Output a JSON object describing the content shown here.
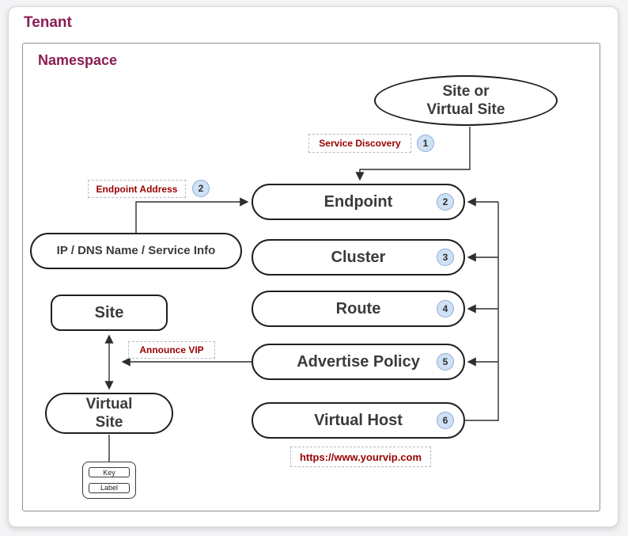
{
  "titles": {
    "tenant": "Tenant",
    "namespace": "Namespace"
  },
  "nodes": {
    "site_or_virtual_site": {
      "line1": "Site or",
      "line2": "Virtual Site"
    },
    "endpoint": {
      "label": "Endpoint",
      "badge": "2"
    },
    "cluster": {
      "label": "Cluster",
      "badge": "3"
    },
    "route": {
      "label": "Route",
      "badge": "4"
    },
    "advertise_policy": {
      "label": "Advertise Policy",
      "badge": "5"
    },
    "virtual_host": {
      "label": "Virtual Host",
      "badge": "6"
    },
    "ip_dns_service_info": {
      "label": "IP / DNS Name / Service Info"
    },
    "site": {
      "label": "Site"
    },
    "virtual_site": {
      "line1": "Virtual",
      "line2": "Site"
    }
  },
  "annotations": {
    "service_discovery": {
      "label": "Service Discovery",
      "badge": "1"
    },
    "endpoint_address": {
      "label": "Endpoint Address",
      "badge": "2"
    },
    "announce_vip": {
      "label": "Announce VIP"
    },
    "vip_url": {
      "label": "https://www.yourvip.com"
    }
  },
  "legend": {
    "key": "Key",
    "label": "Label"
  },
  "colors": {
    "heading": "#8a1e53",
    "annotation_text": "#990000",
    "badge_fill": "#cfe2f3",
    "badge_border": "#8faadc",
    "node_border": "#1f1f1f",
    "node_text": "#3b3b3b",
    "line": "#2f2f2f"
  }
}
